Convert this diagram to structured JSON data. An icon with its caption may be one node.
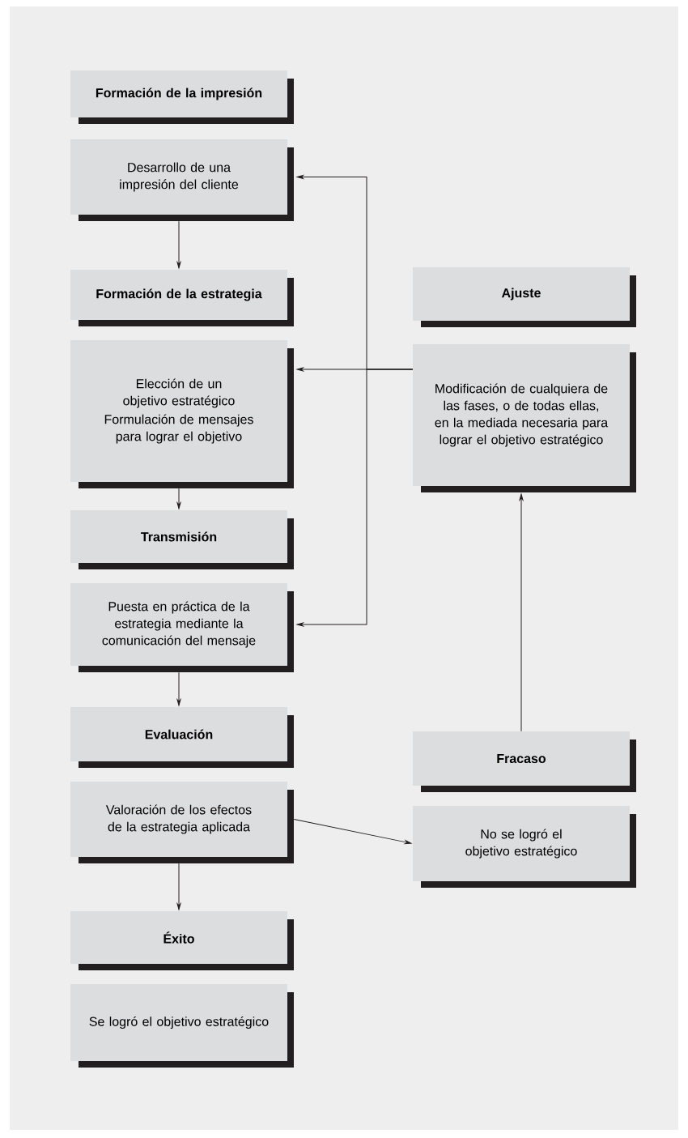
{
  "diagram": {
    "nodes": [
      {
        "text": [
          "Formación de la impresión"
        ]
      },
      {
        "text": [
          "Desarrollo de una impresión del cliente"
        ]
      },
      {
        "text": [
          "Formación de la estrategia"
        ]
      },
      {
        "text": [
          "Elección de un objetivo estratégico",
          "Formulación de mensajes para lograr el objetivo"
        ]
      },
      {
        "text": [
          "Transmisión"
        ]
      },
      {
        "text": [
          "Puesta en práctica de la estrategia mediante la comunicación del mensaje"
        ]
      },
      {
        "text": [
          "Evaluación"
        ]
      },
      {
        "text": [
          "Valoración de los efectos de la estrategia aplicada"
        ]
      },
      {
        "text": [
          "Éxito"
        ]
      },
      {
        "text": [
          "Se logró el objetivo estratégico"
        ]
      },
      {
        "text": [
          "Ajuste"
        ]
      },
      {
        "text": [
          "Modificación de cualquiera de las fases, o de todas ellas, en la mediada necesaria para lograr el objetivo estratégico"
        ]
      },
      {
        "text": [
          "Fracaso"
        ]
      },
      {
        "text": [
          "No se logró el objetivo estratégico"
        ]
      }
    ],
    "edges": [
      {
        "from": 1,
        "to": 2,
        "arrow": "to"
      },
      {
        "from": 3,
        "to": 4,
        "arrow": "to"
      },
      {
        "from": 5,
        "to": 6,
        "arrow": "to"
      },
      {
        "from": 7,
        "to": 8,
        "arrow": "to"
      },
      {
        "from": 7,
        "to": 13,
        "arrow": "to"
      },
      {
        "from": 12,
        "to": 11,
        "arrow": "to"
      },
      {
        "from": 11,
        "to": 3,
        "arrow": "to"
      },
      {
        "from": 11,
        "to": 1,
        "arrow": "to"
      },
      {
        "from": 11,
        "to": 5,
        "arrow": "to"
      }
    ]
  }
}
